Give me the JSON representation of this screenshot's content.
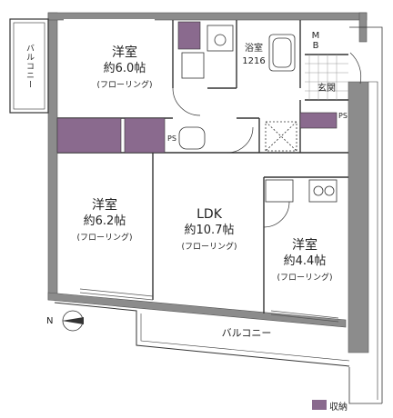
{
  "rooms": {
    "western_1": {
      "name": "洋室",
      "area": "約6.0帖",
      "floor": "(フローリング)"
    },
    "western_2": {
      "name": "洋室",
      "area": "約6.2帖",
      "floor": "(フローリング)"
    },
    "ldk": {
      "name": "LDK",
      "area": "約10.7帖",
      "floor": "(フローリング)"
    },
    "western_3": {
      "name": "洋室",
      "area": "約4.4帖",
      "floor": "(フローリング)"
    },
    "bath": {
      "name": "浴室",
      "size": "1216"
    },
    "entrance": {
      "name": "玄関"
    }
  },
  "balconies": {
    "north": "バルコニー",
    "south": "バルコニー"
  },
  "markers": {
    "mb": "MB",
    "ps_left": "PS",
    "ps_right": "PS"
  },
  "compass": {
    "north_label": "N"
  },
  "legend": {
    "storage": "収納"
  },
  "colors": {
    "storage": "#8a6a8e",
    "wall": "#7a7a7a",
    "line": "#333333"
  }
}
